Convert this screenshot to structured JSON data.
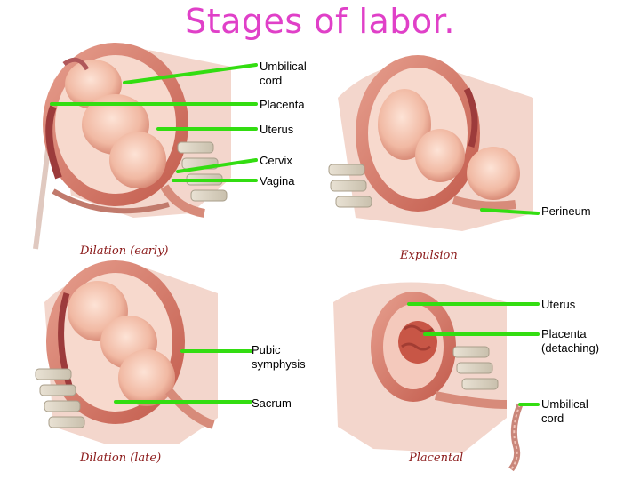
{
  "title": "Stages of labor.",
  "colors": {
    "title": "#e040c8",
    "leader_line": "#33dd11",
    "caption": "#8b1a1a"
  },
  "labels": {
    "umbilical_cord_1": "Umbilical\ncord",
    "placenta_1": "Placenta",
    "uterus_1": "Uterus",
    "cervix": "Cervix",
    "vagina": "Vagina",
    "perineum": "Perineum",
    "uterus_2": "Uterus",
    "placenta_detaching": "Placenta\n(detaching)",
    "pubic_symphysis": "Pubic\nsymphysis",
    "sacrum": "Sacrum",
    "umbilical_cord_2": "Umbilical\ncord"
  },
  "captions": {
    "dilation_early": "Dilation (early)",
    "expulsion": "Expulsion",
    "dilation_late": "Dilation (late)",
    "placental": "Placental"
  }
}
